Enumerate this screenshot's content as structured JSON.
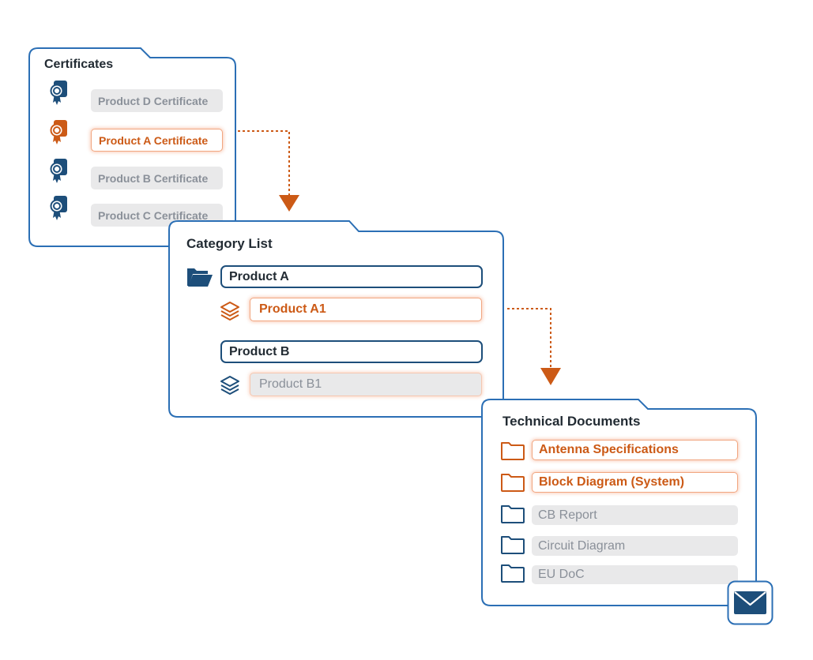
{
  "colors": {
    "navy": "#1d4e7a",
    "frame_blue": "#2b6fb5",
    "orange": "#cc5a16",
    "gray_fill": "#e9e9ea",
    "gray_text": "#8a9099"
  },
  "certificates": {
    "title": "Certificates",
    "items": [
      {
        "label": "Product D Certificate",
        "state": "default",
        "icon": "certificate-icon"
      },
      {
        "label": "Product A Certificate",
        "state": "selected",
        "icon": "certificate-icon"
      },
      {
        "label": "Product B Certificate",
        "state": "default",
        "icon": "certificate-icon"
      },
      {
        "label": "Product C Certificate",
        "state": "default",
        "icon": "certificate-icon"
      }
    ]
  },
  "category_list": {
    "title": "Category List",
    "groups": [
      {
        "label": "Product A",
        "icon": "open-folder-icon",
        "child": {
          "label": "Product A1",
          "state": "selected",
          "icon": "layers-icon"
        }
      },
      {
        "label": "Product B",
        "child": {
          "label": "Product B1",
          "state": "default",
          "icon": "layers-icon"
        }
      }
    ]
  },
  "technical_documents": {
    "title": "Technical Documents",
    "items": [
      {
        "label": "Antenna Specifications",
        "state": "selected",
        "icon": "folder-icon"
      },
      {
        "label": "Block Diagram (System)",
        "state": "selected",
        "icon": "folder-icon"
      },
      {
        "label": "CB Report",
        "state": "default",
        "icon": "folder-icon"
      },
      {
        "label": "Circuit Diagram",
        "state": "default",
        "icon": "folder-icon"
      },
      {
        "label": "EU DoC",
        "state": "default",
        "icon": "folder-icon"
      }
    ],
    "action_icon": "mail-icon"
  }
}
